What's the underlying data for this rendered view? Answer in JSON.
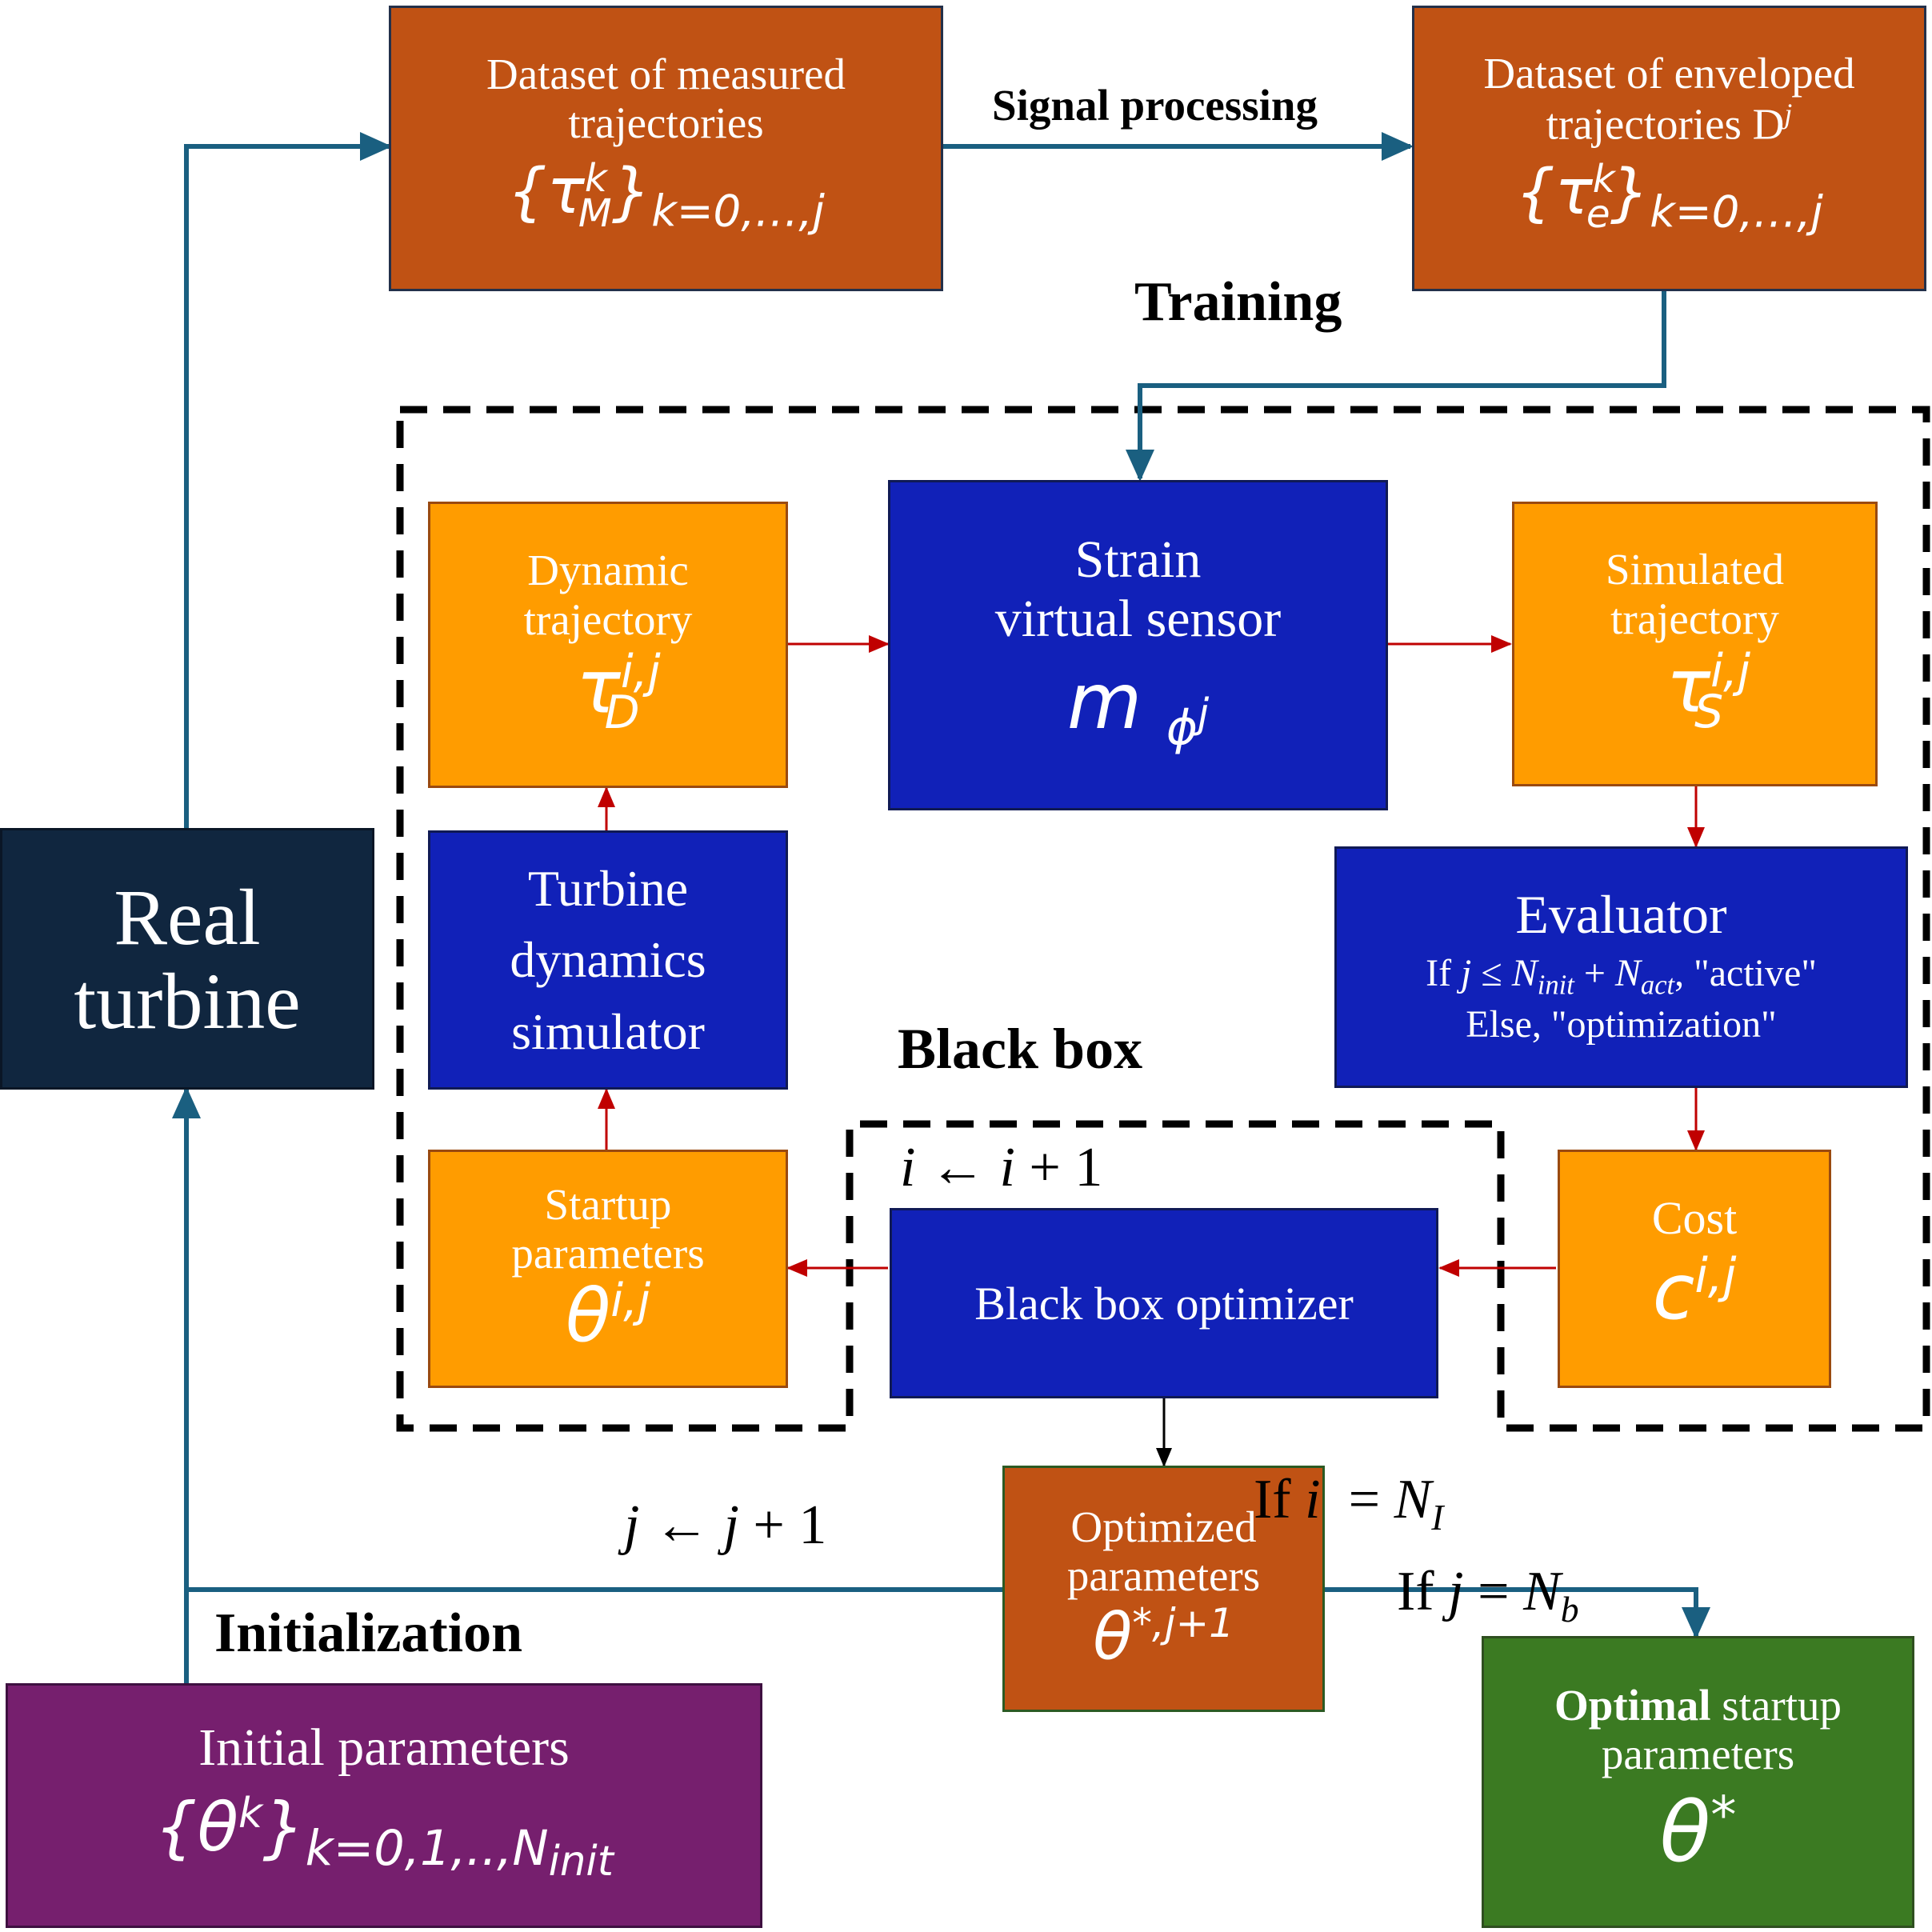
{
  "nodes": {
    "measured": {
      "line1": "Dataset of measured",
      "line2": "trajectories",
      "math_base": "{τ",
      "math_sup": "k",
      "math_sub": "M",
      "math_tail": "}",
      "math_index": "k=0,…,j"
    },
    "enveloped": {
      "line1": "Dataset of enveloped",
      "line2": "trajectories D",
      "line2_sup": "j",
      "math_base": "{τ",
      "math_sup": "k",
      "math_sub": "e",
      "math_tail": "}",
      "math_index": "k=0,…,j"
    },
    "dynamic": {
      "line1": "Dynamic",
      "line2": "trajectory",
      "math_base": "τ",
      "math_sup": "i,j",
      "math_sub": "D"
    },
    "sensor": {
      "line1": "Strain",
      "line2": "virtual sensor",
      "math_base": "m",
      "math_sub": "ϕ",
      "math_sub_sup": "j"
    },
    "simulated": {
      "line1": "Simulated",
      "line2": "trajectory",
      "math_base": "τ",
      "math_sup": "i,j",
      "math_sub": "S"
    },
    "turbine_sim": {
      "line1": "Turbine",
      "line2": "dynamics",
      "line3": "simulator"
    },
    "evaluator": {
      "title": "Evaluator",
      "cond_prefix": "If ",
      "cond_j": "j",
      "cond_le": " ≤ ",
      "cond_n1": "N",
      "cond_n1_sub": "init",
      "cond_plus": " + ",
      "cond_n2": "N",
      "cond_n2_sub": "act",
      "cond_suffix": ", \"active\"",
      "else_line": "Else, \"optimization\""
    },
    "startup": {
      "line1": "Startup",
      "line2": "parameters",
      "math_base": "θ",
      "math_sup": "i,j"
    },
    "optimizer": {
      "label": "Black box optimizer"
    },
    "cost": {
      "line1": "Cost",
      "math_base": "c",
      "math_sup": "i,j"
    },
    "real": {
      "line1": "Real",
      "line2": "turbine"
    },
    "optimized": {
      "line1": "Optimized",
      "line2": "parameters",
      "math_base": "θ",
      "math_sup": "*,j+1"
    },
    "initial": {
      "line1": "Initial parameters",
      "math_base": "{θ",
      "math_sup": "k",
      "math_tail": "}",
      "math_index": "k=0,1,..,N",
      "math_index_sub": "init"
    },
    "optimal": {
      "bold": "Optimal",
      "rest": " startup",
      "line2": "parameters",
      "math_base": "θ",
      "math_sup": "*"
    }
  },
  "labels": {
    "signal_processing": "Signal processing",
    "training": "Training",
    "black_box": "Black box",
    "initialization": "Initialization",
    "i_update": {
      "v": "i",
      "arrow": " ← ",
      "v2": "i",
      "rest": " + 1"
    },
    "j_update": {
      "v": "j",
      "arrow": " ← ",
      "v2": "j",
      "rest": " + 1"
    },
    "if_i": {
      "prefix": "If ",
      "v": "i",
      "eq": "  = ",
      "n": "N",
      "n_sub": "I"
    },
    "if_j": {
      "prefix": "If ",
      "v": "j",
      "eq": " = ",
      "n": "N",
      "n_sub": "b"
    }
  },
  "colors": {
    "rust": "#c05214",
    "gold": "#ff9c00",
    "blue": "#1121b8",
    "navy": "#10263f",
    "purple": "#761f6e",
    "green": "#3b7a22",
    "teal_arrow": "#1a5f80",
    "red_arrow": "#c00000"
  }
}
